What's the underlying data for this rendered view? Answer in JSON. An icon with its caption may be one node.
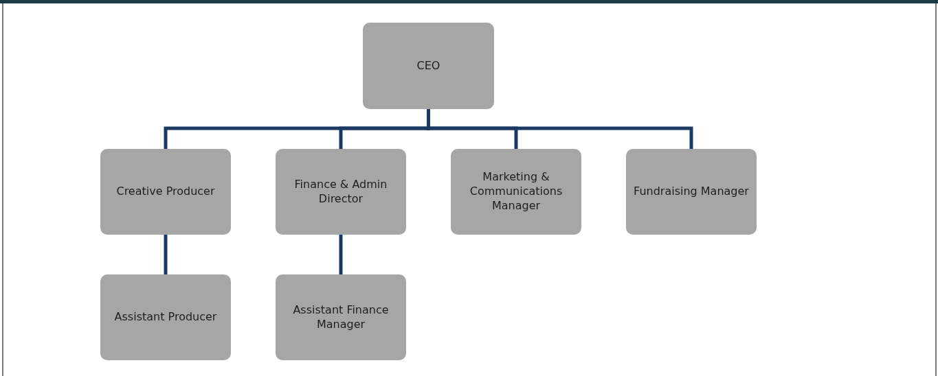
{
  "diagram": {
    "nodes": [
      {
        "text": [
          "CEO"
        ]
      },
      {
        "text": [
          "Creative Producer"
        ]
      },
      {
        "text": [
          "Finance & Admin Director"
        ]
      },
      {
        "text": [
          "Marketing & Communications Manager"
        ]
      },
      {
        "text": [
          "Fundraising Manager"
        ]
      },
      {
        "text": [
          "Assistant Producer"
        ]
      },
      {
        "text": [
          "Assistant Finance Manager"
        ]
      }
    ],
    "edges": [
      {
        "from": 0,
        "to": 1,
        "arrow": "none"
      },
      {
        "from": 0,
        "to": 2,
        "arrow": "none"
      },
      {
        "from": 0,
        "to": 3,
        "arrow": "none"
      },
      {
        "from": 0,
        "to": 4,
        "arrow": "none"
      },
      {
        "from": 1,
        "to": 5,
        "arrow": "none"
      },
      {
        "from": 2,
        "to": 6,
        "arrow": "none"
      }
    ]
  }
}
